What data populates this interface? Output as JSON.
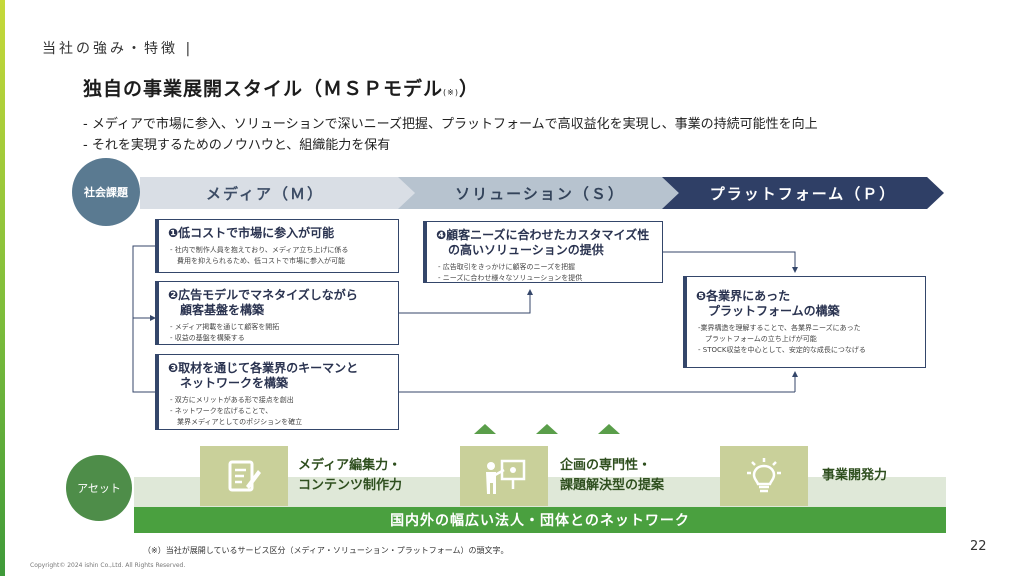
{
  "section_label": "当社の強み・特徴 |",
  "title": "独自の事業展開スタイル（ＭＳＰモデル",
  "title_note": "(※)",
  "title_close": "）",
  "bullets": [
    "- メディアで市場に参入、ソリューションで深いニーズ把握、プラットフォームで高収益化を実現し、事業の持続可能性を向上",
    "- それを実現するためのノウハウと、組織能力を保有"
  ],
  "badges": {
    "social": "社会課題",
    "asset": "アセット"
  },
  "stages": {
    "m": "メディア（Ｍ）",
    "s": "ソリューション（Ｓ）",
    "p": "プラットフォーム（Ｐ）"
  },
  "boxes": {
    "b1": {
      "title": "❶低コストで市場に参入が可能",
      "text": [
        "- 社内で制作人員を抱えており、メディア立ち上げに係る",
        "　費用を抑えられるため、低コストで市場に参入が可能"
      ]
    },
    "b2": {
      "title": "❷広告モデルでマネタイズしながら",
      "title2": "　顧客基盤を構築",
      "text": [
        "- メディア掲載を通じて顧客を開拓",
        "- 収益の基盤を構築する"
      ]
    },
    "b3": {
      "title": "❸取材を通じて各業界のキーマンと",
      "title2": "　ネットワークを構築",
      "text": [
        "- 双方にメリットがある形で接点を創出",
        "- ネットワークを広げることで、",
        "　業界メディアとしてのポジションを確立"
      ]
    },
    "b4": {
      "title": "❹顧客ニーズに合わせたカスタマイズ性",
      "title2": "　の高いソリューションの提供",
      "text": [
        "- 広告取引をきっかけに顧客のニーズを把握",
        "- ニーズに合わせ様々なソリューションを提供"
      ]
    },
    "b5": {
      "title": "❺各業界にあった",
      "title2": "　プラットフォームの構築",
      "text": [
        "-業界構造を理解することで、各業界ニーズにあった",
        "　プラットフォームの立ち上げが可能",
        "- STOCK収益を中心として、安定的な成長につなげる"
      ]
    }
  },
  "assets": [
    {
      "label1": "メディア編集力・",
      "label2": "コンテンツ制作力",
      "icon": "edit-document-icon"
    },
    {
      "label1": "企画の専門性・",
      "label2": "課題解決型の提案",
      "icon": "presentation-icon"
    },
    {
      "label1": "事業開発力",
      "label2": "",
      "icon": "lightbulb-icon"
    }
  ],
  "network": "国内外の幅広い法人・団体とのネットワーク",
  "footnote": "（※）当社が展開しているサービス区分（メディア・ソリューション・プラットフォーム）の頭文字。",
  "copyright": "Copyright© 2024 ishin Co.,Ltd. All Rights Reserved.",
  "page_number": "22",
  "colors": {
    "navy": "#2f3f66",
    "green": "#4aa03f",
    "olive": "#c9d09a"
  }
}
